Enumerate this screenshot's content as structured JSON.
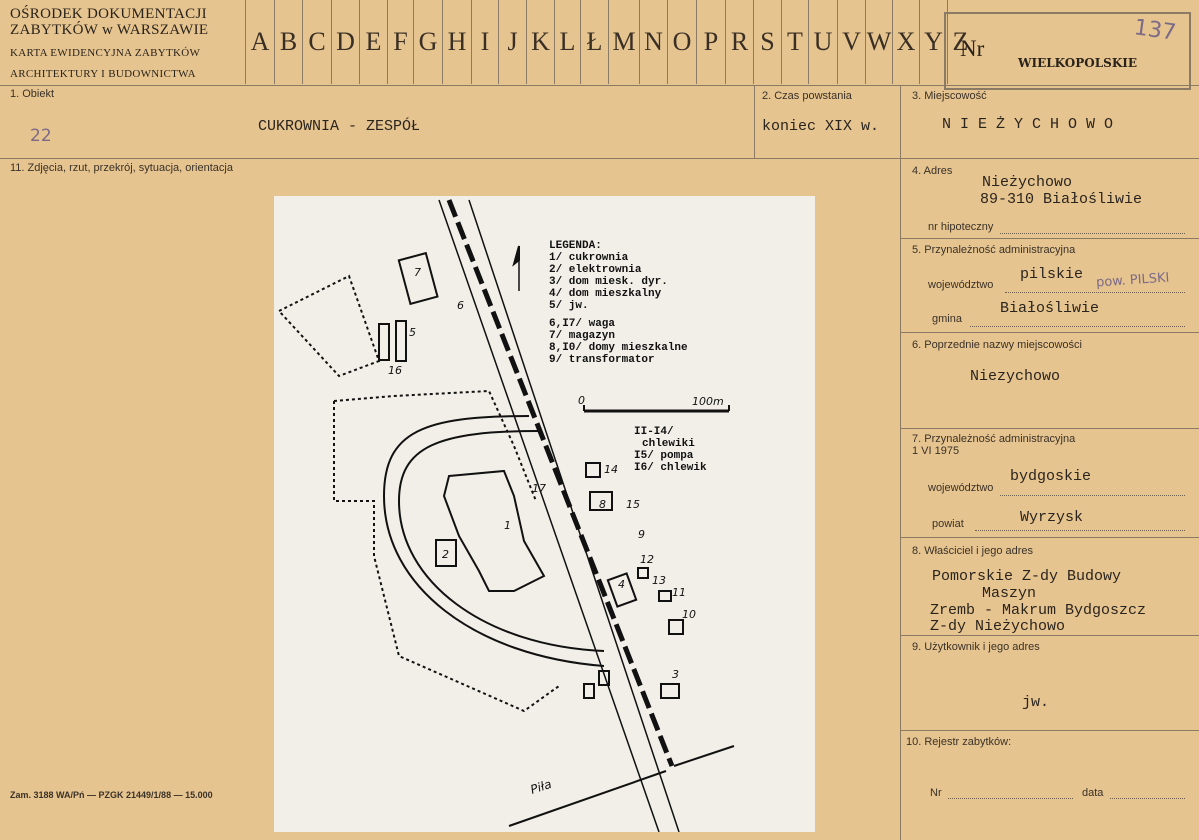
{
  "header": {
    "institution_line1": "OŚRODEK DOKUMENTACJI",
    "institution_line2": "ZABYTKÓW w WARSZAWIE",
    "card_title_line1": "KARTA EWIDENCYJNA ZABYTKÓW",
    "card_title_line2": "ARCHITEKTURY I BUDOWNICTWA",
    "letters": [
      "A",
      "B",
      "C",
      "D",
      "E",
      "F",
      "G",
      "H",
      "I",
      "J",
      "K",
      "L",
      "Ł",
      "M",
      "N",
      "O",
      "P",
      "R",
      "S",
      "T",
      "U",
      "V",
      "W",
      "X",
      "Y",
      "Z"
    ],
    "nr_label": "Nr",
    "region": "WIELKOPOLSKIE",
    "handwritten_number": "137"
  },
  "fields": {
    "obiekt_label": "1. Obiekt",
    "obiekt_value": "CUKROWNIA - ZESPÓŁ",
    "obiekt_hand": "22",
    "czas_label": "2. Czas powstania",
    "czas_value": "koniec XIX w.",
    "miejscowosc_label": "3. Miejscowość",
    "miejscowosc_value": "N I E Ż Y C H O W O",
    "zdjecia_label": "11. Zdjęcia, rzut, przekrój, sytuacja, orientacja",
    "adres_label": "4. Adres",
    "adres_line1": "Nieżychowo",
    "adres_line2": "89-310 Białośliwie",
    "nr_hipoteczny_label": "nr hipoteczny",
    "przynaleznosc_label": "5. Przynależność administracyjna",
    "wojewodztwo_label": "województwo",
    "wojewodztwo_value": "pilskie",
    "wojewodztwo_hand": "pow. PILSKI",
    "gmina_label": "gmina",
    "gmina_value": "Białośliwie",
    "poprzednie_label": "6. Poprzednie nazwy miejscowości",
    "poprzednie_value": "Niezychowo",
    "przynaleznosc1975_label": "7. Przynależność administracyjna",
    "przynaleznosc1975_date": "1 VI 1975",
    "wojewodztwo1975_label": "województwo",
    "wojewodztwo1975_value": "bydgoskie",
    "powiat_label": "powiat",
    "powiat_value": "Wyrzysk",
    "wlasciciel_label": "8. Właściciel i jego adres",
    "wlasciciel_line1": "Pomorskie Z-dy Budowy",
    "wlasciciel_line2": "Maszyn",
    "wlasciciel_line3": "Zremb - Makrum Bydgoszcz",
    "wlasciciel_line4": "Z-dy Nieżychowo",
    "uzytkownik_label": "9. Użytkownik i jego adres",
    "uzytkownik_value": "jw.",
    "rejestr_label": "10. Rejestr zabytków:",
    "rejestr_nr_label": "Nr",
    "rejestr_data_label": "data",
    "footer_print": "Zam. 3188 WA/Pń — PZGK 21449/1/88 — 15.000"
  },
  "plan": {
    "legend_title": "LEGENDA:",
    "legend": [
      "1/ cukrownia",
      "2/ elektrownia",
      "3/ dom miesk. dyr.",
      "4/ dom mieszkalny",
      "5/ jw.",
      "6,I7/ waga",
      "7/ magazyn",
      "8,I0/ domy mieszkalne",
      "9/ transformator"
    ],
    "legend2": [
      "II-I4/",
      "chlewiki",
      "I5/ pompa",
      "I6/ chlewik"
    ],
    "scale_zero": "0",
    "scale_label": "100m",
    "city": "Piła",
    "numbers": [
      "1",
      "2",
      "3",
      "4",
      "5",
      "6",
      "7",
      "8",
      "9",
      "10",
      "11",
      "12",
      "13",
      "14",
      "15",
      "16",
      "17"
    ]
  }
}
